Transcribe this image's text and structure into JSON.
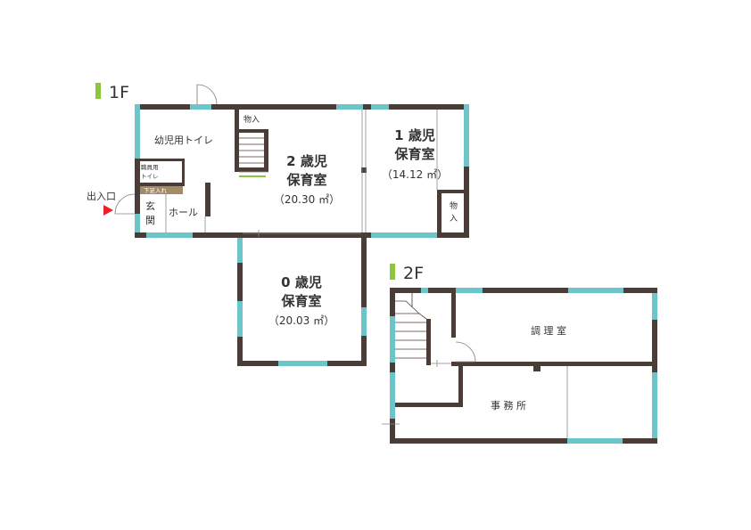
{
  "floors": {
    "first": {
      "label": "1F"
    },
    "second": {
      "label": "2F"
    }
  },
  "entrance": {
    "label": "出入口"
  },
  "rooms_1f": {
    "infant_toilet": "幼児用トイレ",
    "storage_top": "物入",
    "staff_toilet_line1": "職員用",
    "staff_toilet_line2": "トイレ",
    "shoe_box": "下足入れ",
    "genkan_line1": "玄",
    "genkan_line2": "関",
    "hall": "ホール",
    "room_2yr_line1": "2 歳児",
    "room_2yr_line2": "保育室",
    "room_2yr_area": "（20.30 ㎡）",
    "room_1yr_line1": "1 歳児",
    "room_1yr_line2": "保育室",
    "room_1yr_area": "（14.12 ㎡）",
    "storage_right_line1": "物",
    "storage_right_line2": "入",
    "room_0yr_line1": "0 歳児",
    "room_0yr_line2": "保育室",
    "room_0yr_area": "（20.03 ㎡）"
  },
  "rooms_2f": {
    "kitchen": "調 理 室",
    "office": "事 務 所"
  },
  "colors": {
    "wall": "#4a3c36",
    "window": "#6cc5c9",
    "accent": "#8cc63f",
    "entrance_arrow": "#e8232b",
    "shoe_box_bg": "#a58a68"
  }
}
